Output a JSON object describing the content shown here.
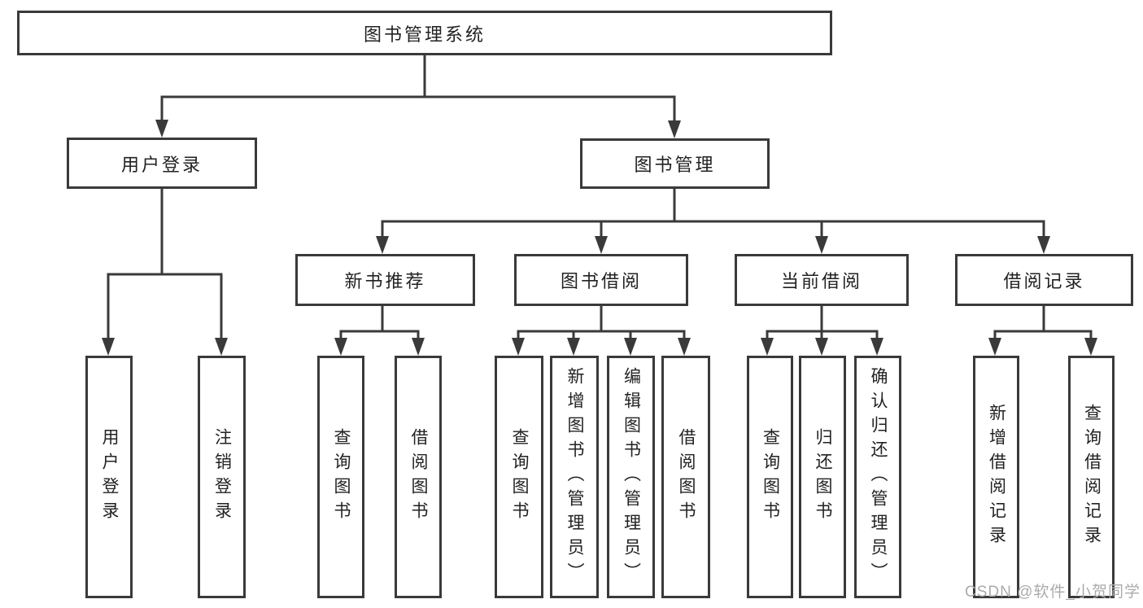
{
  "colors": {
    "line": "#3a3a3a",
    "text": "#222222",
    "watermark": "#ababab",
    "bg": "#ffffff"
  },
  "tree": {
    "label": "图书管理系统",
    "children": [
      {
        "label": "用户登录",
        "children": [
          {
            "label": "用户登录"
          },
          {
            "label": "注销登录"
          }
        ]
      },
      {
        "label": "图书管理",
        "children": [
          {
            "label": "新书推荐",
            "children": [
              {
                "label": "查询图书"
              },
              {
                "label": "借阅图书"
              }
            ]
          },
          {
            "label": "图书借阅",
            "children": [
              {
                "label": "查询图书"
              },
              {
                "label": "新增图书（管理员）"
              },
              {
                "label": "编辑图书（管理员）"
              },
              {
                "label": "借阅图书"
              }
            ]
          },
          {
            "label": "当前借阅",
            "children": [
              {
                "label": "查询图书"
              },
              {
                "label": "归还图书"
              },
              {
                "label": "确认归还（管理员）"
              }
            ]
          },
          {
            "label": "借阅记录",
            "children": [
              {
                "label": "新增借阅记录"
              },
              {
                "label": "查询借阅记录"
              }
            ]
          }
        ]
      }
    ]
  },
  "watermark": "CSDN @软件_小贺同学"
}
